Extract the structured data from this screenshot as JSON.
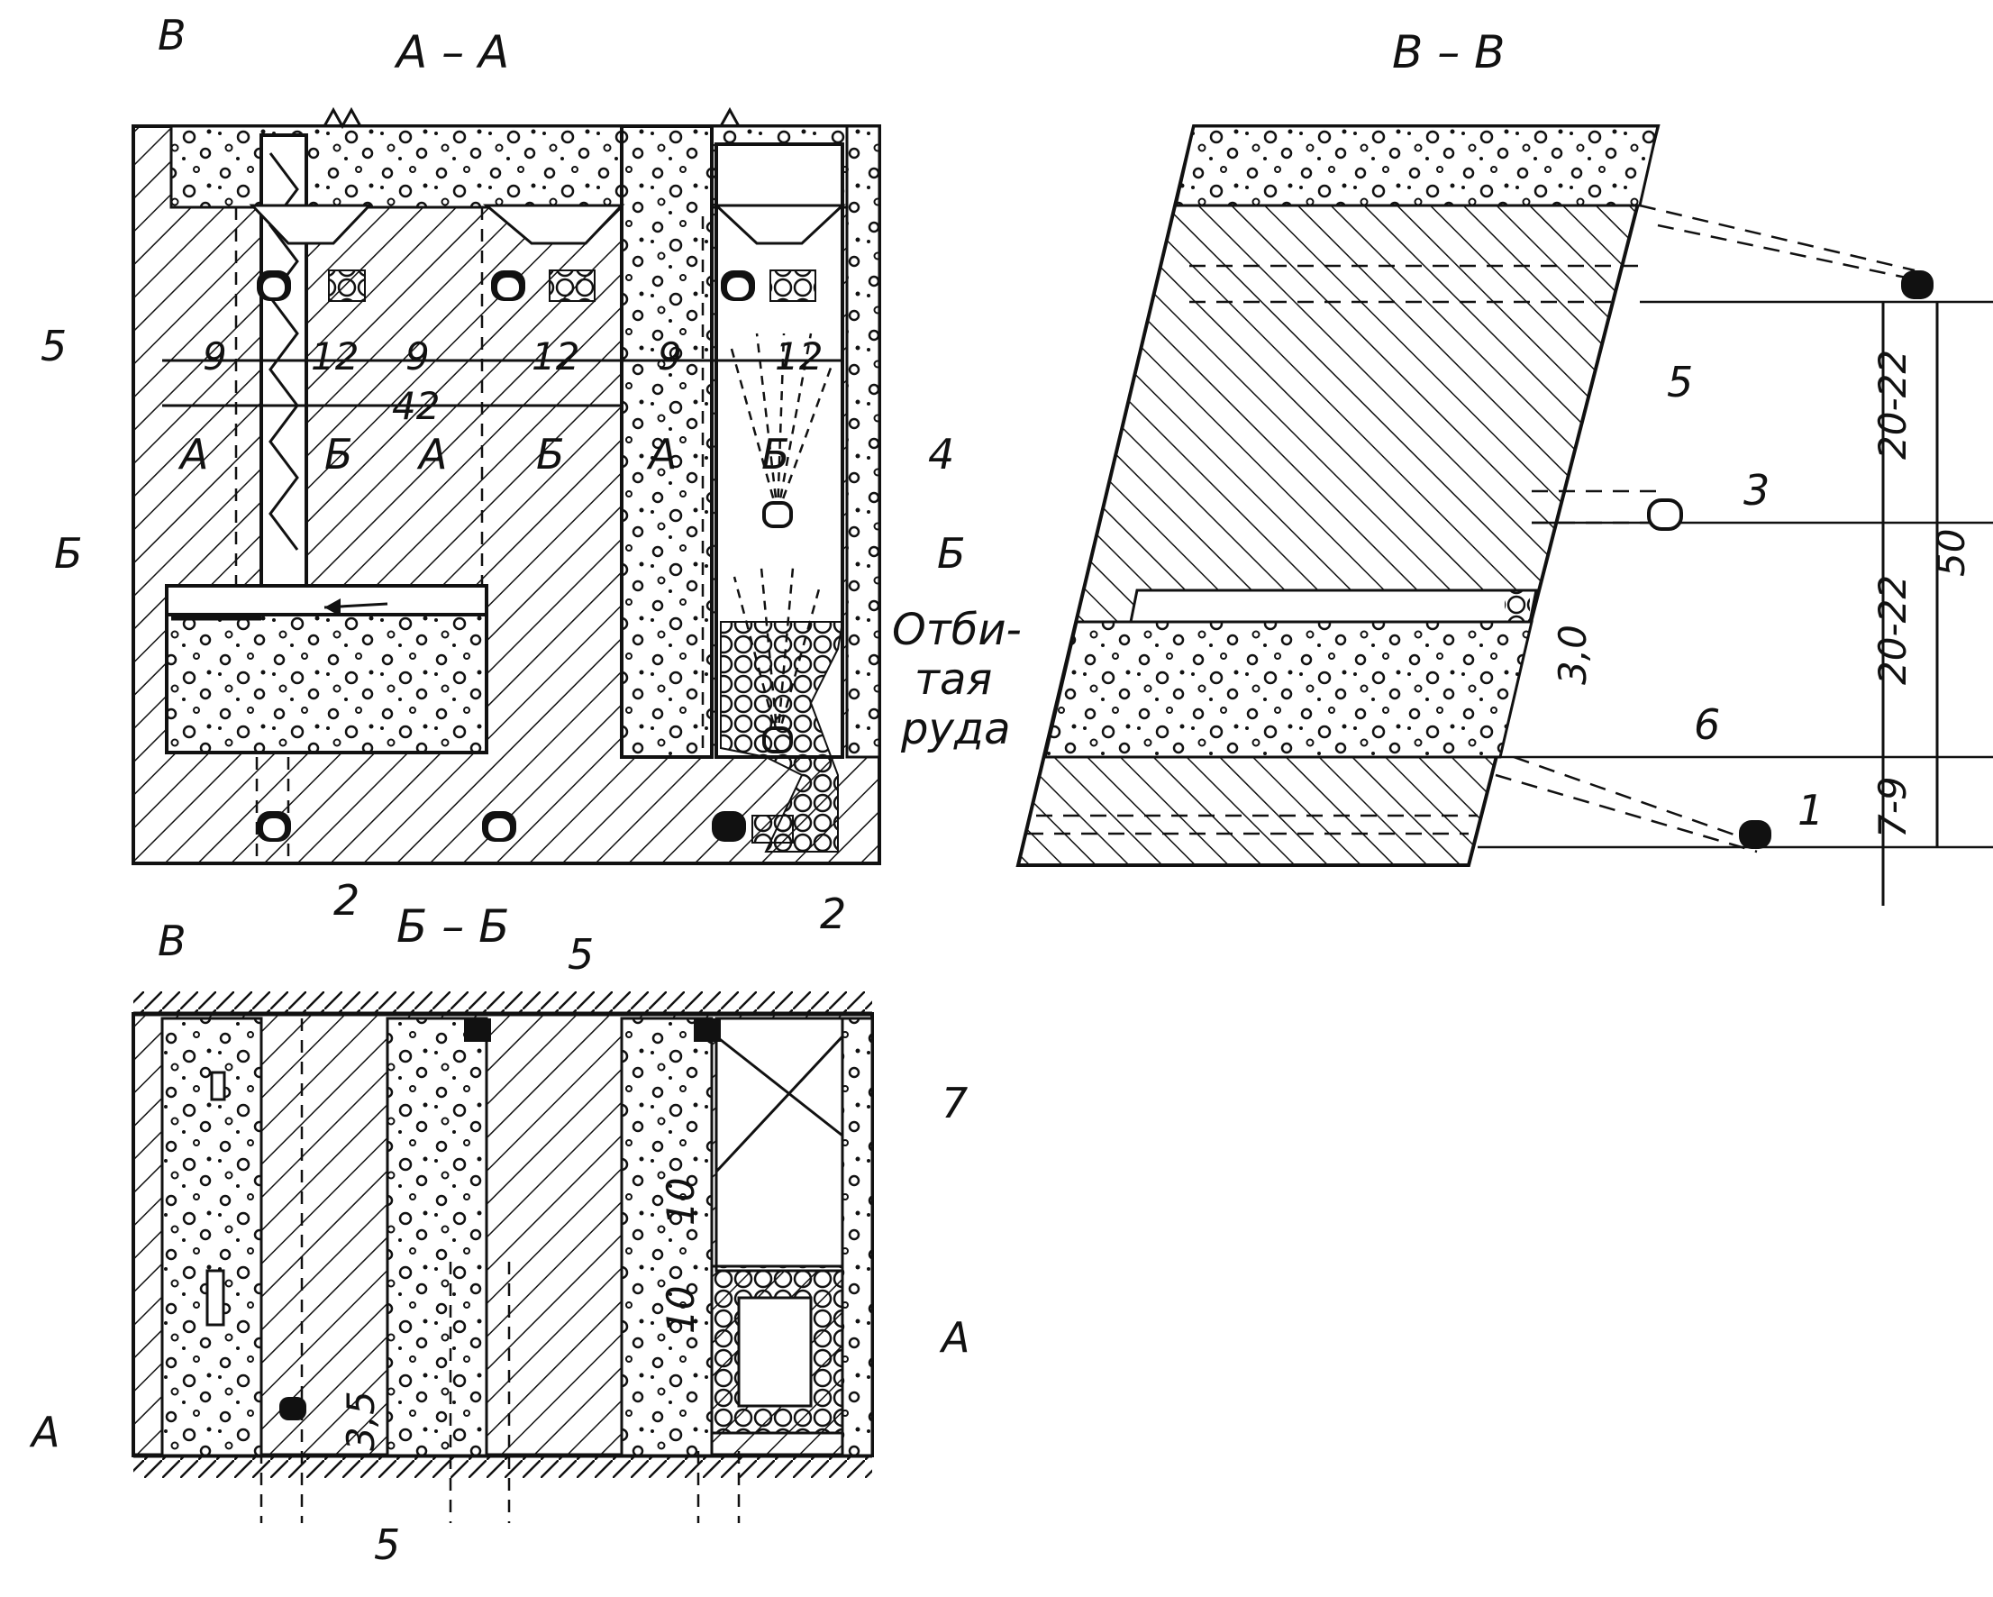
{
  "sections": {
    "aa": "А – А",
    "bb": "Б – Б",
    "vv": "В – В"
  },
  "cut_marks": {
    "v": "В",
    "b": "Б",
    "a": "А"
  },
  "chamber_letters": {
    "primary": "А",
    "secondary": "Б"
  },
  "widths": {
    "primary": "9",
    "secondary": "12",
    "total": "42"
  },
  "callouts": {
    "n1": "1",
    "n2": "2",
    "n3": "3",
    "n4": "4",
    "n5": "5",
    "n6": "6",
    "n7": "7"
  },
  "dims": {
    "d20a": "20-22",
    "d20b": "20-22",
    "d50": "50",
    "d30": "3,0",
    "d79": "7-9",
    "d10a": "10",
    "d10b": "10",
    "d35": "3,5"
  },
  "broken_ore": [
    "Отби-",
    "тая",
    "руда"
  ],
  "colors": {
    "ink": "#111111",
    "paper": "#ffffff"
  }
}
